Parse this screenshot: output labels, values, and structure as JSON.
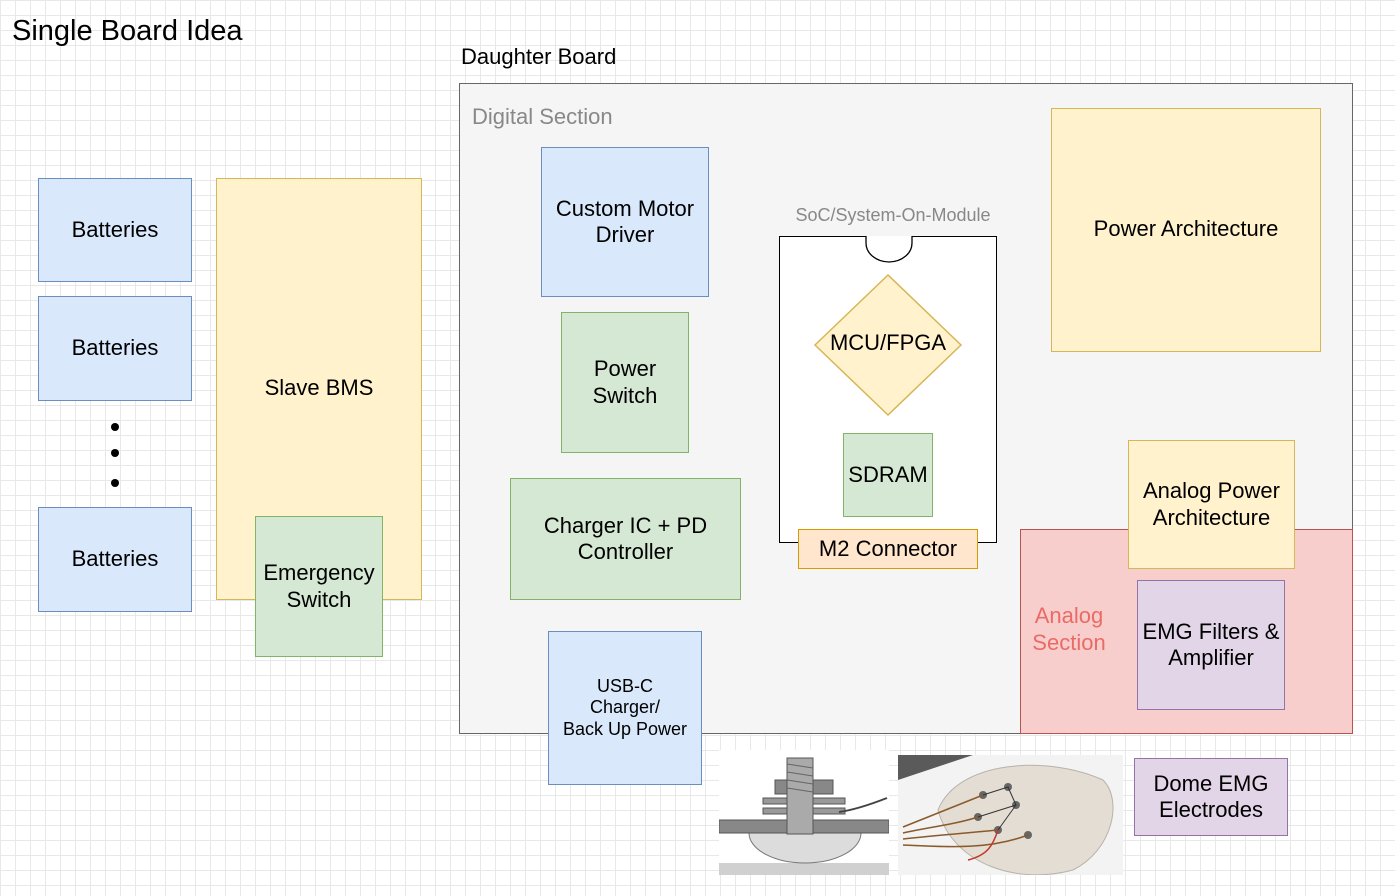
{
  "title": "Single Board Idea",
  "daughter_board": {
    "label": "Daughter Board",
    "digital_section_label": "Digital Section",
    "analog_section_label": "Analog\nSection"
  },
  "left_side": {
    "batteries": [
      "Batteries",
      "Batteries",
      "Batteries"
    ],
    "slave_bms": "Slave BMS",
    "emergency_switch": "Emergency\nSwitch"
  },
  "digital": {
    "motor_driver": "Custom Motor\nDriver",
    "power_switch": "Power\nSwitch",
    "charger_ic": "Charger IC + PD\nController",
    "usbc": "USB-C\nCharger/\nBack Up Power"
  },
  "soc": {
    "label": "SoC/System-On-Module",
    "mcu": "MCU/FPGA",
    "sdram": "SDRAM",
    "m2_connector": "M2 Connector"
  },
  "power_architecture": "Power Architecture",
  "analog": {
    "analog_power": "Analog Power\nArchitecture",
    "emg_filters": "EMG Filters &\nAmplifier"
  },
  "electrodes_label": "Dome EMG\nElectrodes",
  "colors": {
    "blue_fill": "#dae8fc",
    "yellow_fill": "#fff2cc",
    "green_fill": "#d5e8d4",
    "purple_fill": "#e1d5e7",
    "orange_fill": "#ffe6cc",
    "red_fill": "#f8cecc",
    "analog_label": "#ea6b66"
  }
}
